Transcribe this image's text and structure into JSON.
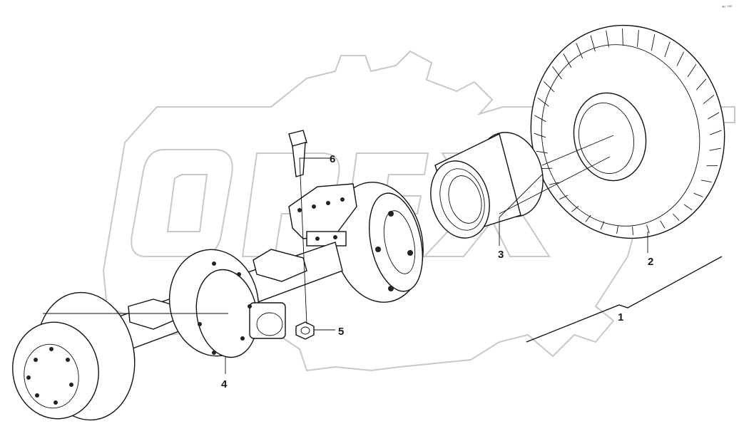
{
  "corner_mark": "ᵃᵗᶜ ⁰⁰⁰",
  "callouts": [
    {
      "id": "callout-1",
      "text": "1"
    },
    {
      "id": "callout-2",
      "text": "2"
    },
    {
      "id": "callout-3",
      "text": "3"
    },
    {
      "id": "callout-4",
      "text": "4"
    },
    {
      "id": "callout-5",
      "text": "5"
    },
    {
      "id": "callout-6",
      "text": "6"
    }
  ],
  "colors": {
    "line": "#111111",
    "watermark": "#c8c8c8",
    "background": "#ffffff"
  },
  "watermark": {
    "type": "gear-logo",
    "text_as_picture": "OPEX"
  }
}
